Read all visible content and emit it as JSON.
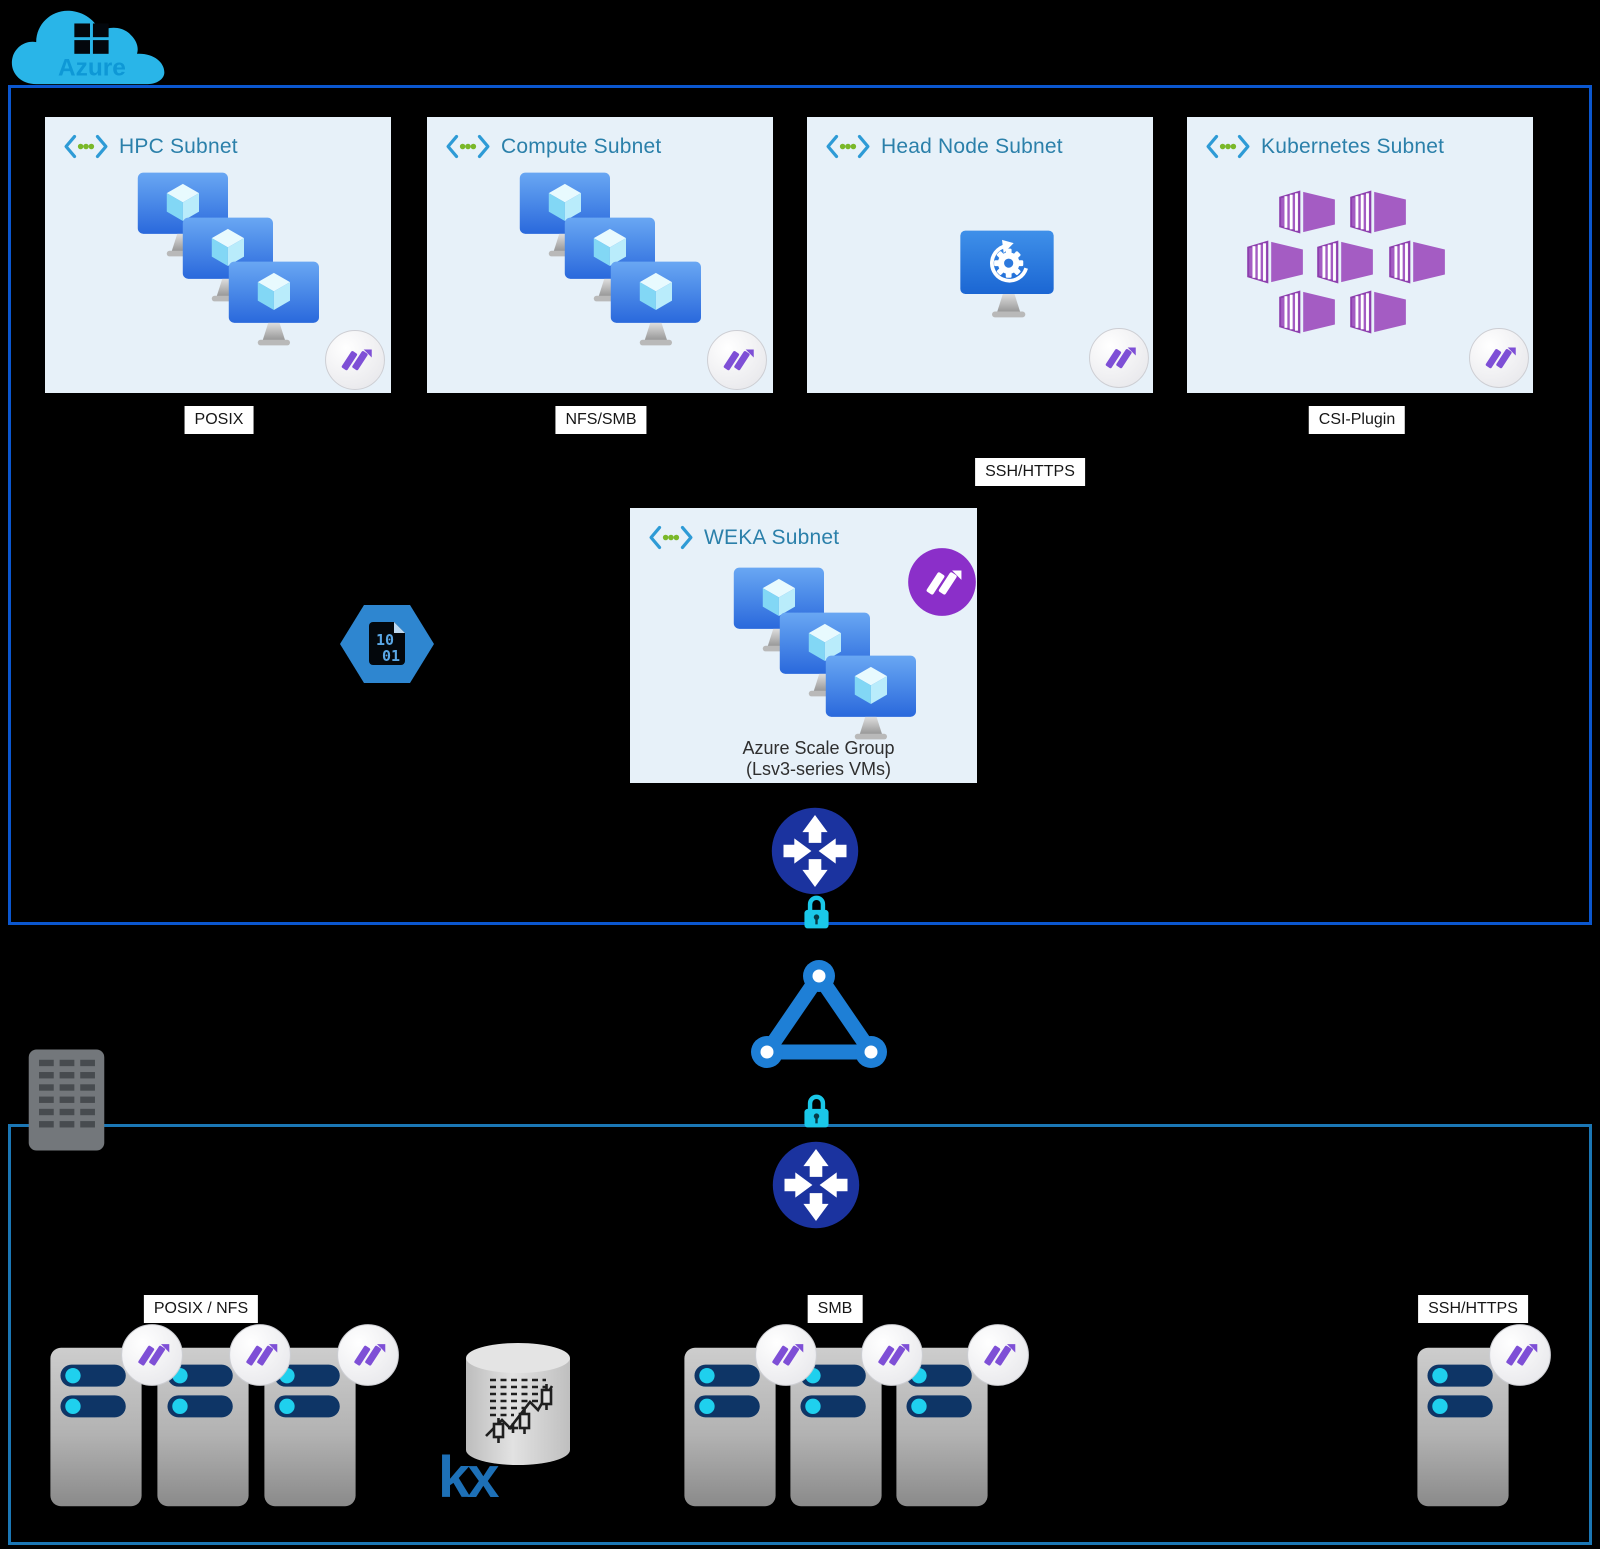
{
  "cloud": {
    "label": "Azure"
  },
  "azure": {
    "subnets": [
      {
        "label": "HPC Subnet",
        "protocol": "POSIX"
      },
      {
        "label": "Compute Subnet",
        "protocol": "NFS/SMB"
      },
      {
        "label": "Head Node Subnet",
        "protocol": "SSH/HTTPS"
      },
      {
        "label": "Kubernetes Subnet",
        "protocol": "CSI-Plugin"
      }
    ],
    "weka_subnet": {
      "label": "WEKA Subnet",
      "caption_line1": "Azure Scale Group",
      "caption_line2": "(Lsv3-series VMs)"
    },
    "binary_doc": {
      "line1": "10",
      "line2": "01"
    }
  },
  "onprem": {
    "groups": [
      {
        "label": "POSIX / NFS",
        "servers": 3
      },
      {
        "label": "SMB",
        "servers": 3
      },
      {
        "label": "SSH/HTTPS",
        "servers": 1
      }
    ],
    "kx_label": "kx"
  },
  "icons": {
    "cloud": "azure-cloud-icon",
    "subnet": "angle-brackets-dots-icon",
    "vm_scale_set": "stacked-monitors-cube-icon",
    "head_node": "monitor-gear-sync-icon",
    "kubernetes": "container-cluster-icon",
    "weka_badge": "weka-w-circle-icon",
    "router": "circle-four-arrows-icon",
    "lock": "padlock-icon",
    "vnet_peering": "triangle-network-icon",
    "binary_file": "hexagon-binary-document-icon",
    "office_building": "building-icon",
    "storage_server": "server-tower-icon",
    "kx_database": "database-cylinder-candlestick-icon"
  },
  "colors": {
    "background": "#000000",
    "azure_border": "#0b57cf",
    "onprem_border": "#1b77b5",
    "subnet_bg": "#e7f1f9",
    "subnet_title": "#2b80aa",
    "cloud_blue": "#29b5e8",
    "weka_purple_circle": "#8b2fc9",
    "weka_badge_purple": "#7e4fd6",
    "router_navy": "#1b339f",
    "network_blue": "#1e7fd6",
    "lock_cyan": "#1ac8e9",
    "k8s_purple": "#a45cc3",
    "kx_blue": "#1d70b7"
  }
}
